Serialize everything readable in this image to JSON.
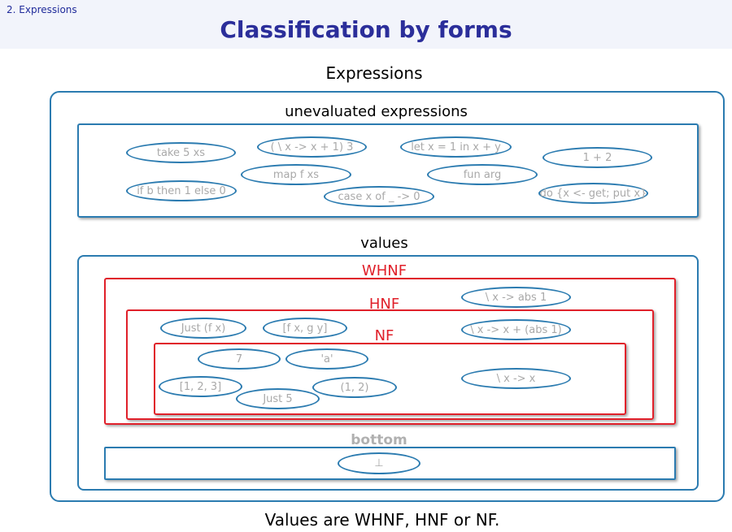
{
  "header": {
    "section": "2. Expressions",
    "title": "Classification by forms"
  },
  "diagram": {
    "top_label": "Expressions",
    "unevaluated": {
      "label": "unevaluated expressions",
      "items": [
        "take 5 xs",
        "( \\ x -> x + 1) 3",
        "let x = 1 in x + y",
        "1 + 2",
        "map f xs",
        "fun  arg",
        "if b then 1 else 0",
        "case x of _ -> 0",
        "do {x <- get; put x}"
      ]
    },
    "values": {
      "label": "values",
      "whnf": {
        "label": "WHNF",
        "items": [
          "\\ x -> abs 1"
        ]
      },
      "hnf": {
        "label": "HNF",
        "items": [
          "Just (f x)",
          "[f x, g y]",
          "\\ x -> x + (abs 1)"
        ]
      },
      "nf": {
        "label": "NF",
        "items": [
          "7",
          "'a'",
          "[1, 2, 3]",
          "(1, 2)",
          "Just 5",
          "\\ x -> x"
        ]
      },
      "bottom": {
        "label": "bottom",
        "items": [
          "⊥"
        ]
      }
    }
  },
  "footer": "Values are WHNF, HNF or NF."
}
